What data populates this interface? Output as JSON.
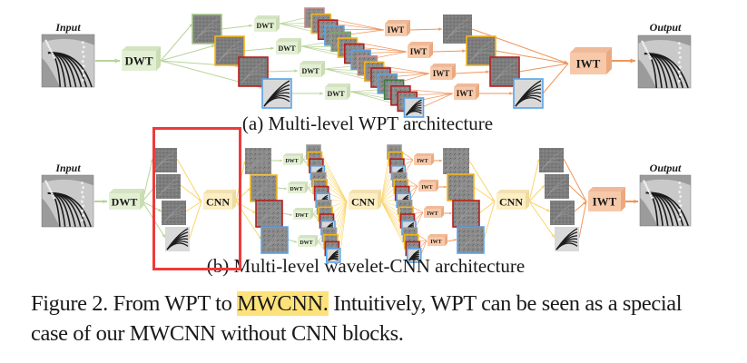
{
  "figure": {
    "panel_a": {
      "input_label": "Input",
      "output_label": "Output",
      "first_block": "DWT",
      "second_blocks": [
        "DWT",
        "DWT",
        "DWT",
        "DWT"
      ],
      "inverse_blocks": [
        "IWT",
        "IWT",
        "IWT",
        "IWT"
      ],
      "final_block": "IWT",
      "subcaption": "(a)  Multi-level WPT architecture"
    },
    "panel_b": {
      "input_label": "Input",
      "output_label": "Output",
      "first_block": "DWT",
      "cnn_blocks": [
        "CNN",
        "CNN",
        "CNN"
      ],
      "second_blocks": [
        "DWT",
        "DWT",
        "DWT",
        "DWT"
      ],
      "inverse_blocks": [
        "IWT",
        "IWT",
        "IWT",
        "IWT"
      ],
      "final_block": "IWT",
      "subcaption": "(b)  Multi-level wavelet-CNN architecture"
    },
    "colors": {
      "dwt_fill": "#e3efd3",
      "dwt_side": "#c9dcb2",
      "dwt_arrow": "#b9d39a",
      "iwt_fill": "#f8c9a8",
      "iwt_side": "#eaa981",
      "iwt_arrow": "#f0955a",
      "cnn_fill": "#fdeec3",
      "cnn_side": "#efdba0",
      "cnn_arrow": "#fcd46a",
      "subband_borders": [
        "#a6c38a",
        "#f3b51a",
        "#b51f1f",
        "#5aa3e8"
      ],
      "annotation_box": "#ee3a3a",
      "highlight": "#fde27a"
    }
  },
  "caption": {
    "prefix": "Figure 2. From WPT to ",
    "highlight": "MWCNN.",
    "rest": " Intuitively, WPT can be seen as a special case of our MWCNN without CNN blocks."
  }
}
